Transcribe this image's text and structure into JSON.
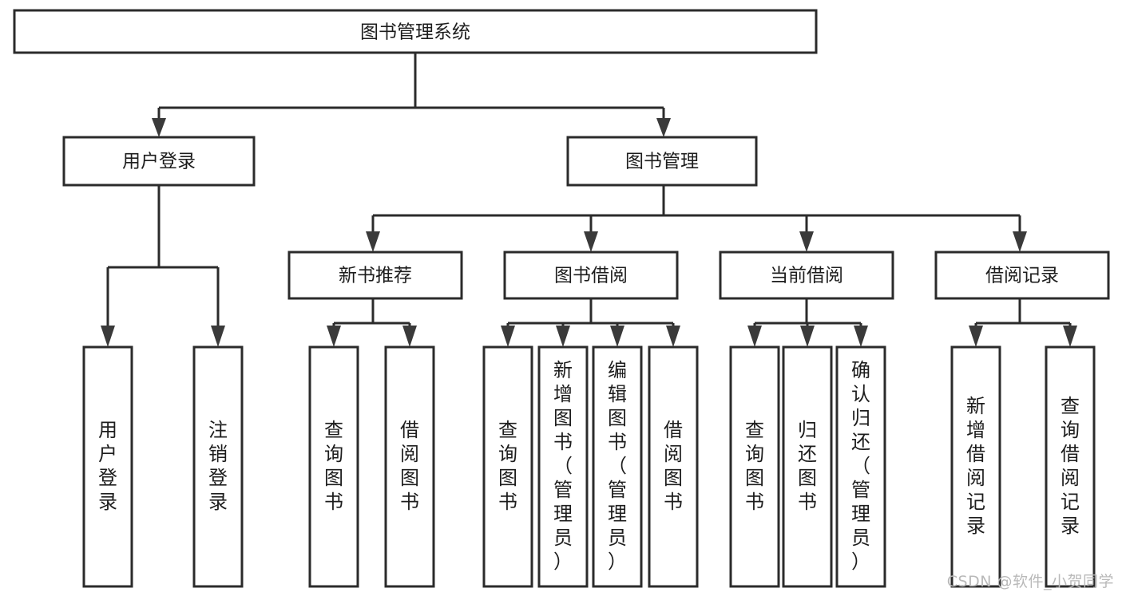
{
  "diagram": {
    "type": "tree-hierarchy",
    "title": "图书管理系统",
    "watermark": "CSDN @软件_小贺同学",
    "colors": {
      "box_stroke": "#2b2b2b",
      "box_fill": "#ffffff",
      "line": "#2b2b2b",
      "text": "#1d1d1d",
      "watermark": "#b9b9b9"
    },
    "levels": {
      "root": {
        "label": "图书管理系统"
      },
      "level1": [
        {
          "label": "用户登录"
        },
        {
          "label": "图书管理"
        }
      ],
      "level2": [
        {
          "label": "新书推荐"
        },
        {
          "label": "图书借阅"
        },
        {
          "label": "当前借阅"
        },
        {
          "label": "借阅记录"
        }
      ],
      "leaves": {
        "user_login": [
          {
            "label": "用户登录"
          },
          {
            "label": "注销登录"
          }
        ],
        "new_book_recommend": [
          {
            "label": "查询图书"
          },
          {
            "label": "借阅图书"
          }
        ],
        "book_borrow": [
          {
            "label": "查询图书"
          },
          {
            "label": "新增图书（管理员）"
          },
          {
            "label": "编辑图书（管理员）"
          },
          {
            "label": "借阅图书"
          }
        ],
        "current_borrow": [
          {
            "label": "查询图书"
          },
          {
            "label": "归还图书"
          },
          {
            "label": "确认归还（管理员）"
          }
        ],
        "borrow_record": [
          {
            "label": "新增借阅记录"
          },
          {
            "label": "查询借阅记录"
          }
        ]
      }
    }
  }
}
